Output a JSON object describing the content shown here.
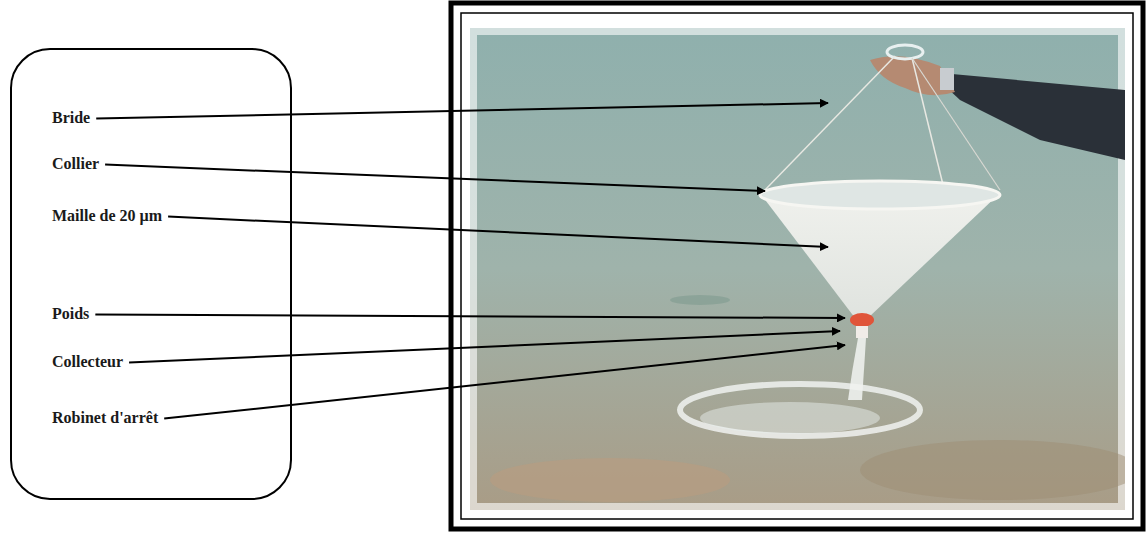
{
  "diagram": {
    "nodes": [
      {
        "text": [
          "Bride",
          "Collier",
          "Maille de 20 µm",
          "Poids",
          "Collecteur",
          "Robinet d'arrêt"
        ]
      }
    ]
  }
}
